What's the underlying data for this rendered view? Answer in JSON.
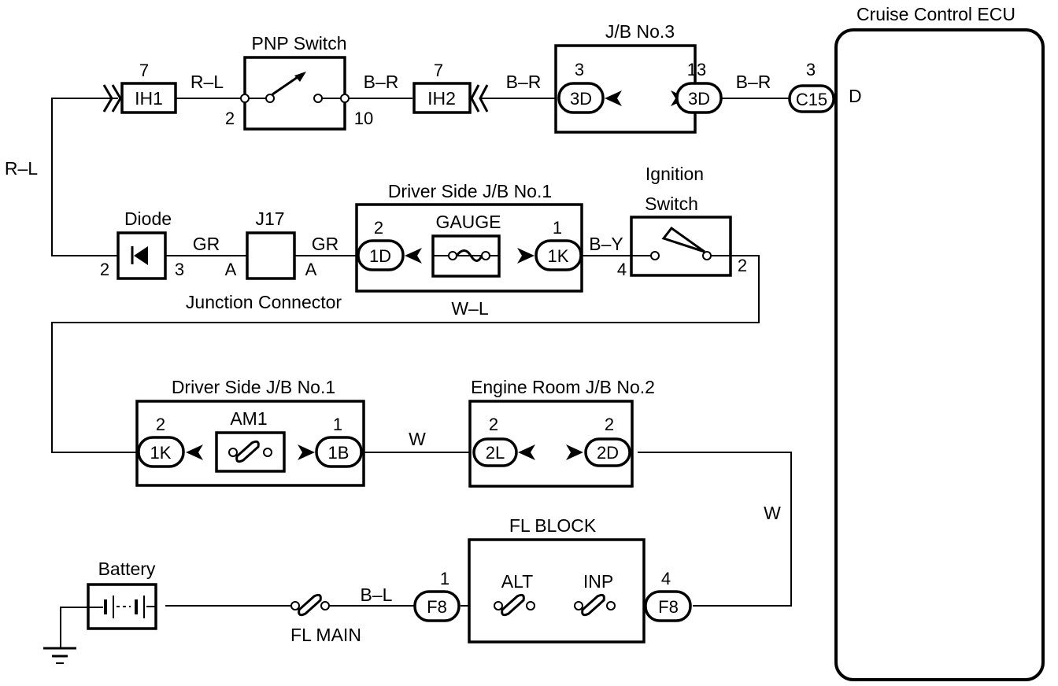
{
  "title": "Cruise Control ECU power circuit wiring diagram",
  "ecu": {
    "label": "Cruise Control ECU",
    "terminal": "D"
  },
  "components": {
    "pnp_switch": {
      "label": "PNP Switch",
      "pin_left": "2",
      "pin_right": "10"
    },
    "ih1": {
      "label": "IH1",
      "pin": "7"
    },
    "ih2": {
      "label": "IH2",
      "pin": "7"
    },
    "jb3": {
      "label": "J/B No.3",
      "left": {
        "code": "3D",
        "pin": "3"
      },
      "right": {
        "code": "3D",
        "pin": "13"
      }
    },
    "c15": {
      "code": "C15",
      "pin": "3"
    },
    "diode": {
      "label": "Diode",
      "pin_left": "2",
      "pin_right": "3"
    },
    "j17": {
      "label": "J17",
      "pin_left": "A",
      "pin_right": "A",
      "caption": "Junction Connector"
    },
    "driver_jb1_gauge": {
      "label": "Driver Side J/B No.1",
      "fuse": "GAUGE",
      "left": {
        "code": "1D",
        "pin": "2"
      },
      "right": {
        "code": "1K",
        "pin": "1"
      }
    },
    "ignition_switch": {
      "label_line1": "Ignition",
      "label_line2": "Switch",
      "pin_left": "4",
      "pin_right": "2"
    },
    "driver_jb1_am1": {
      "label": "Driver Side J/B No.1",
      "fuse": "AM1",
      "left": {
        "code": "1K",
        "pin": "2"
      },
      "right": {
        "code": "1B",
        "pin": "1"
      }
    },
    "engine_jb2": {
      "label": "Engine Room J/B No.2",
      "left": {
        "code": "2L",
        "pin": "2"
      },
      "right": {
        "code": "2D",
        "pin": "2"
      }
    },
    "fl_block": {
      "label": "FL BLOCK",
      "fuse_left": "ALT",
      "fuse_right": "INP",
      "left": {
        "code": "F8",
        "pin": "1"
      },
      "right": {
        "code": "F8",
        "pin": "4"
      }
    },
    "battery": {
      "label": "Battery"
    },
    "fl_main": {
      "label": "FL MAIN"
    }
  },
  "wires": {
    "ih1_to_pnp": "R–L",
    "pnp_to_ih2": "B–R",
    "ih2_to_jb3": "B–R",
    "jb3_to_c15": "B–R",
    "left_vertical": "R–L",
    "diode_to_j17": "GR",
    "j17_to_jb1": "GR",
    "jb1_to_ign": "B–Y",
    "ign_return": "W–L",
    "am1_to_jb2": "W",
    "jb2_to_fl": "W",
    "fl_main_to_fl": "B–L"
  }
}
